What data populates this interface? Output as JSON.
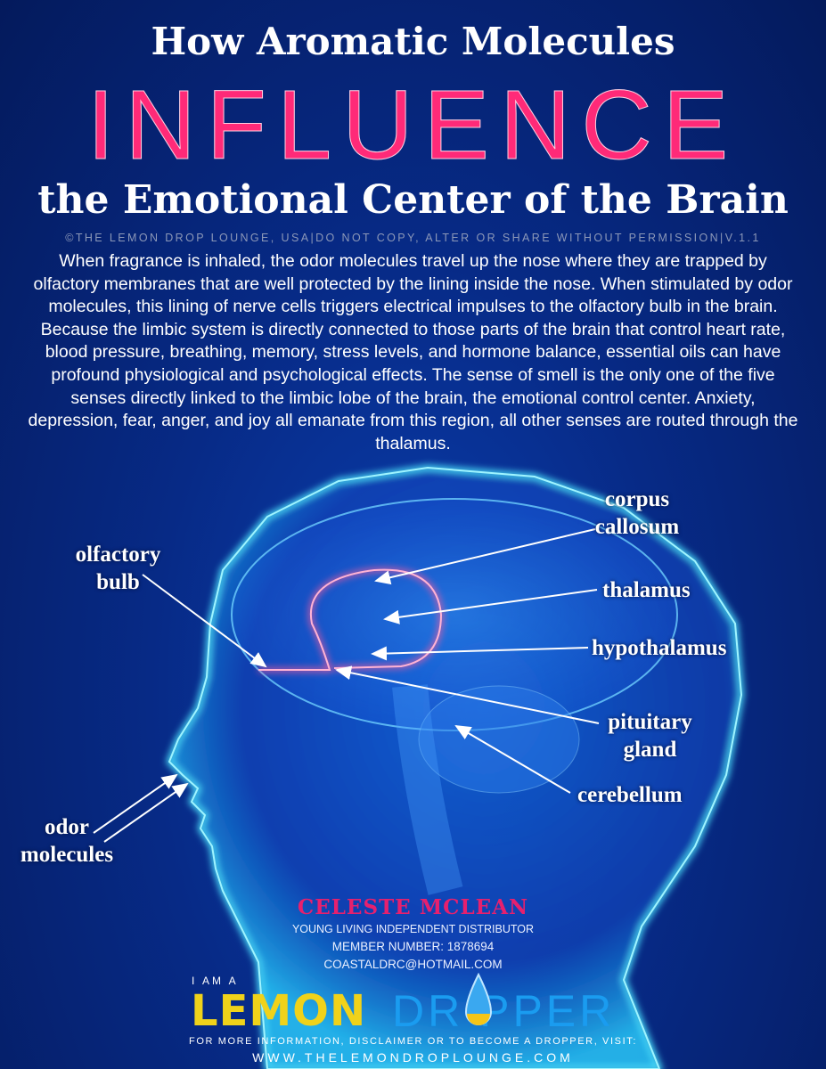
{
  "header": {
    "line1": "How Aromatic Molecules",
    "line2": "INFLUENCE",
    "line3": "the Emotional Center of the Brain",
    "copyright": "©THE LEMON DROP LOUNGE, USA|DO NOT COPY, ALTER OR SHARE WITHOUT PERMISSION|V.1.1"
  },
  "body_text": "When fragrance is inhaled, the odor molecules travel up the nose where they are trapped by olfactory membranes that are well protected by the lining inside the nose. When stimulated by odor molecules, this lining of nerve cells triggers electrical impulses to the olfactory bulb in the brain. Because the limbic system is directly connected to those parts of the brain that control heart rate, blood pressure, breathing, memory, stress levels, and hormone balance, essential oils can have profound physiological and psychological effects. The sense of smell is the only one of the five senses directly linked to the limbic lobe of the brain, the emotional control center. Anxiety, depression, fear, anger, and joy all emanate from this region, all other senses are routed through the thalamus.",
  "labels": {
    "corpus_callosum": [
      "corpus",
      "callosum"
    ],
    "olfactory_bulb": [
      "olfactory",
      "bulb"
    ],
    "thalamus": "thalamus",
    "hypothalamus": "hypothalamus",
    "pituitary_gland": [
      "pituitary",
      "gland"
    ],
    "cerebellum": "cerebellum",
    "odor_molecules": [
      "odor",
      "molecules"
    ]
  },
  "footer": {
    "name": "CELESTE MCLEAN",
    "role": "YOUNG LIVING INDEPENDENT DISTRIBUTOR",
    "member": "MEMBER NUMBER: 1878694",
    "email": "COASTALDRC@HOTMAIL.COM",
    "logo_prefix": "I AM A",
    "logo_part1": "LEMON",
    "logo_part2": "DR PPER",
    "more_info": "FOR MORE INFORMATION, DISCLAIMER OR TO BECOME A DROPPER, VISIT:",
    "url": "WWW.THELEMONDROPLOUNGE.COM"
  },
  "colors": {
    "accent_pink": "#ff2a78",
    "logo_yellow": "#f0d21a",
    "logo_blue": "#1a9cf0"
  }
}
